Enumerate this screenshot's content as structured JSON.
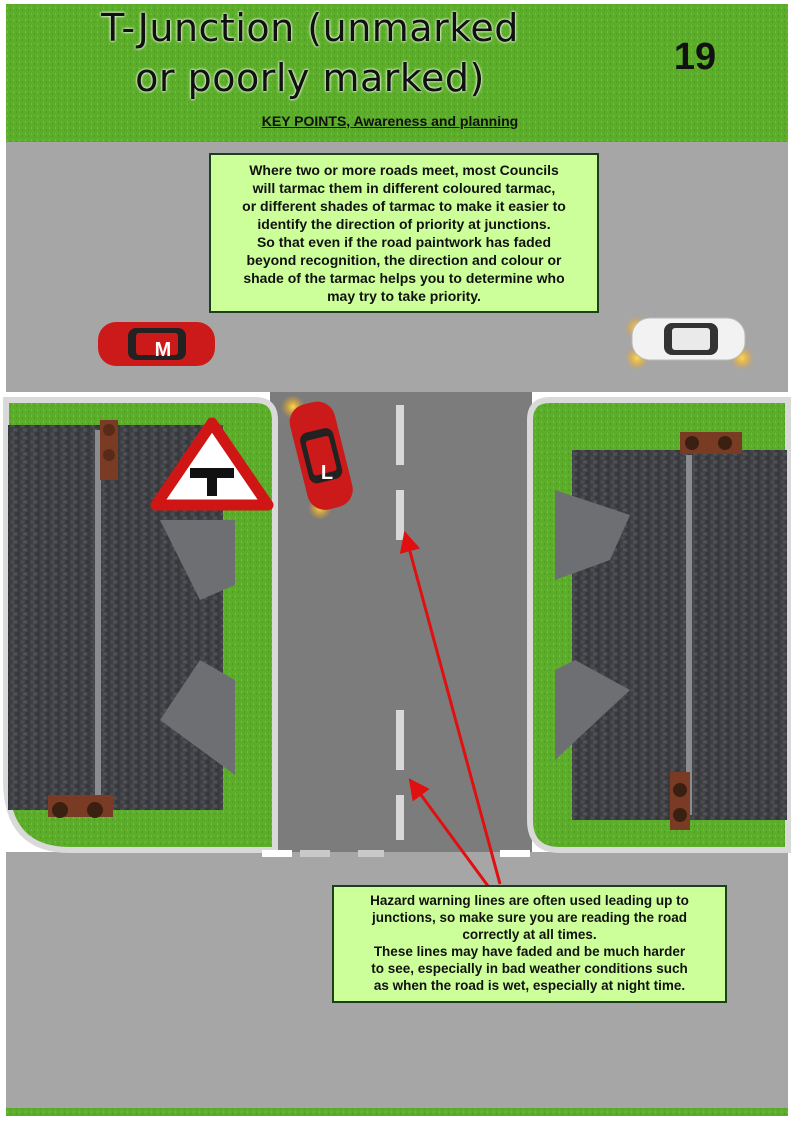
{
  "page": {
    "title_lines": [
      "T-Junction (unmarked",
      "or poorly marked)"
    ],
    "page_number": "19",
    "subtitle": "KEY POINTS, Awareness and planning"
  },
  "info_box": {
    "lines": [
      "Where two or more roads meet, most Councils",
      "will tarmac them in different coloured tarmac,",
      "or different shades of tarmac to make it easier to",
      "identify the direction of priority at junctions.",
      "So that even if the road paintwork has faded",
      "beyond recognition, the direction and colour or",
      "shade of the tarmac helps you to determine who",
      "may try to take priority."
    ]
  },
  "warning_box": {
    "lines": [
      "Hazard warning lines are often used leading up to",
      "junctions, so make sure you are reading the road",
      "correctly at all times.",
      "These lines may have faded and be much harder",
      "to see, especially in bad weather conditions such",
      "as when the road is wet, especially at night time."
    ]
  },
  "cars": {
    "red_car_main_road_badge": "M",
    "red_car_side_road_badge": "L"
  },
  "sign": {
    "type": "t-junction-warning-sign"
  },
  "colors": {
    "grass": "#5cae2a",
    "main_road": "#a6a6a6",
    "side_road": "#7c7c7c",
    "callout_fill": "#ccff99",
    "arrow": "#e01010",
    "car_red": "#cc1a1a",
    "car_white": "#f2f2f2",
    "roof": "#3c3e42"
  }
}
